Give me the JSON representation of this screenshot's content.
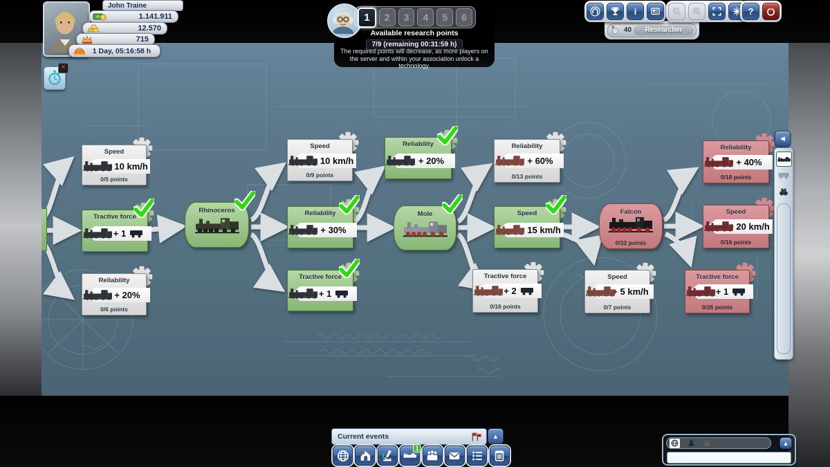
{
  "player": {
    "name": "John Traine",
    "money": "1.141.911",
    "gold": "12.570",
    "prestige": "715",
    "era_time": "1 Day, 05:16:58 h"
  },
  "research": {
    "tabs": [
      "1",
      "2",
      "3",
      "4",
      "5",
      "6"
    ],
    "active_tab": "1",
    "title": "Available research points",
    "points_status": "7/9 (remaining 00:31:59 h)",
    "info_lines": [
      "The required points will decrease, as more players on",
      "the server and within your association unlock a",
      "technology."
    ],
    "researcher": {
      "count": "40",
      "label": "Researcher"
    }
  },
  "header_icons": {
    "info_glyph": "i",
    "help_glyph": "?"
  },
  "tree": {
    "nodes": [
      {
        "id": "speed-1",
        "type": "upgrade",
        "state": "open",
        "title": "Speed",
        "value": "+ 10 km/h",
        "points": "0/5 points"
      },
      {
        "id": "tractive-1",
        "type": "upgrade",
        "state": "researched",
        "title": "Tractive force",
        "value": "+ 1",
        "has_wagon": true
      },
      {
        "id": "reliability-1",
        "type": "upgrade",
        "state": "open",
        "title": "Reliability",
        "value": "+ 20%",
        "points": "0/6 points"
      },
      {
        "id": "rhinoceros",
        "type": "engine",
        "state": "researched",
        "title": "Rhinoceros"
      },
      {
        "id": "speed-2",
        "type": "upgrade",
        "state": "open",
        "title": "Speed",
        "value": "+ 10 km/h",
        "points": "0/9 points"
      },
      {
        "id": "reliability-2",
        "type": "upgrade",
        "state": "researched",
        "title": "Reliability",
        "value": "+ 30%"
      },
      {
        "id": "tractive-2",
        "type": "upgrade",
        "state": "researched",
        "title": "Tractive force",
        "value": "+ 1",
        "has_wagon": true
      },
      {
        "id": "reliability-3",
        "type": "upgrade",
        "state": "researched",
        "title": "Reliability",
        "value": "+ 20%"
      },
      {
        "id": "mole",
        "type": "engine",
        "state": "researched",
        "title": "Mole"
      },
      {
        "id": "reliability-4",
        "type": "upgrade",
        "state": "open",
        "title": "Reliability",
        "value": "+ 60%",
        "points": "0/13 points"
      },
      {
        "id": "speed-3",
        "type": "upgrade",
        "state": "researched",
        "title": "Speed",
        "value": "+ 15 km/h"
      },
      {
        "id": "tractive-3",
        "type": "upgrade",
        "state": "open",
        "title": "Tractive force",
        "value": "+ 2",
        "points": "0/16 points",
        "has_wagon": true
      },
      {
        "id": "falcon",
        "type": "engine",
        "state": "locked",
        "title": "Falcon",
        "points": "0/32 points"
      },
      {
        "id": "speed-4",
        "type": "upgrade",
        "state": "open",
        "title": "Speed",
        "value": "+ 5 km/h",
        "points": "0/7 points"
      },
      {
        "id": "reliability-5",
        "type": "upgrade",
        "state": "locked",
        "title": "Reliability",
        "value": "+ 40%",
        "points": "0/18 points"
      },
      {
        "id": "speed-5",
        "type": "upgrade",
        "state": "locked",
        "title": "Speed",
        "value": "+ 20 km/h",
        "points": "0/16 points"
      },
      {
        "id": "tractive-4",
        "type": "upgrade",
        "state": "locked",
        "title": "Tractive force",
        "value": "+ 1",
        "points": "0/26 points",
        "has_wagon": true
      }
    ]
  },
  "bottom_bar": {
    "current_events": "Current events",
    "train_badge": "1"
  },
  "colors": {
    "node_open": "#e4e4e4",
    "node_researched": "#9cc48c",
    "node_locked": "#cf888c",
    "check_green": "#2edb12",
    "blueprint_bg": "#56707e",
    "button_blue": "#3c64a0"
  }
}
